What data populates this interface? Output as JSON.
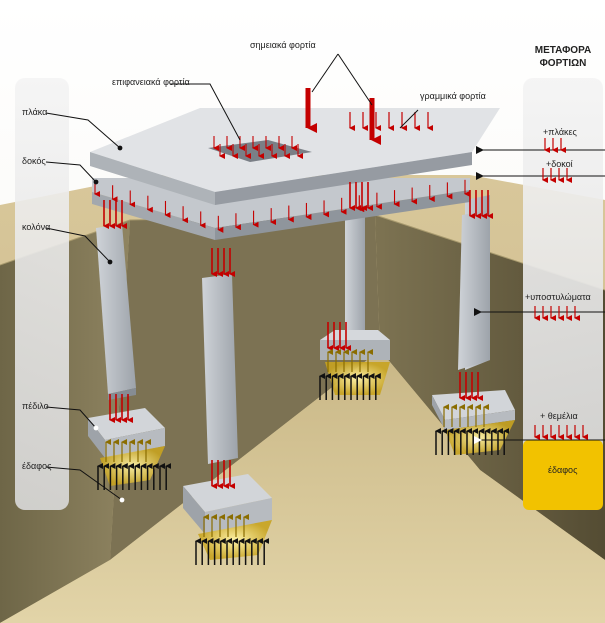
{
  "title": {
    "line1": "ΜΕΤΑΦΟΡΑ",
    "line2": "ΦΟΡΤΙΩΝ"
  },
  "top_labels": {
    "point_loads": "σημειακά φορτία",
    "surface_loads": "επιφανειακά φορτία",
    "linear_loads": "γραμμικά φορτία"
  },
  "left_labels": {
    "slab": "πλάκα",
    "beam": "δοκός",
    "column": "κολόνα",
    "footing": "πέδιλο",
    "soil": "έδαφος"
  },
  "right_labels": {
    "slabs": "+πλάκες",
    "beams": "+δοκοί",
    "columns": "+υποστυλώματα",
    "foundations": "+ θεμέλια",
    "soil": "έδαφος"
  },
  "colors": {
    "load_arrow": "#c40000",
    "reaction_arrow": "#111111",
    "soil_box": "#f2c200",
    "concrete": "#b9bec4"
  }
}
